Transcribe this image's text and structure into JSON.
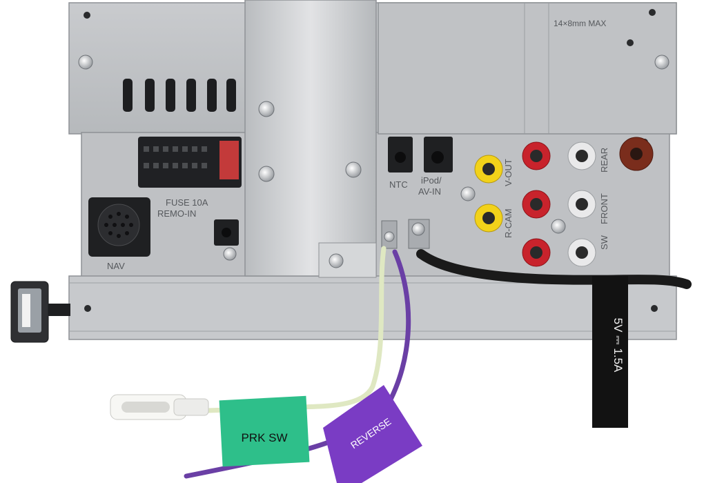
{
  "labels": {
    "size_spec": "14×8mm MAX",
    "fuse": "FUSE 10A",
    "remo_in": "REMO-IN",
    "nav": "NAV",
    "ntc": "NTC",
    "ipod_line1": "iPod/",
    "ipod_line2": "AV-IN",
    "v_out": "V-OUT",
    "r_cam": "R-CAM",
    "rear": "REAR",
    "front": "FRONT",
    "sw": "SW",
    "usb_tag": "5V ⎓ 1.5A",
    "prk_tag": "PRK SW",
    "reverse_tag": "REVERSE"
  },
  "colors": {
    "chassis": "#c4c6c9",
    "chassis_dark": "#9da0a4",
    "bracket": "#d6d8da",
    "rca_red": "#c8232c",
    "rca_white": "#e9e9ea",
    "rca_yellow": "#f2d21a",
    "rca_brown": "#7a2d1c",
    "prk_wire": "#dfe8c2",
    "reverse_wire": "#6a3fa5",
    "prk_tag": "#2ebf8a",
    "reverse_tag": "#7a3cc4",
    "usb_tag": "#121212"
  }
}
